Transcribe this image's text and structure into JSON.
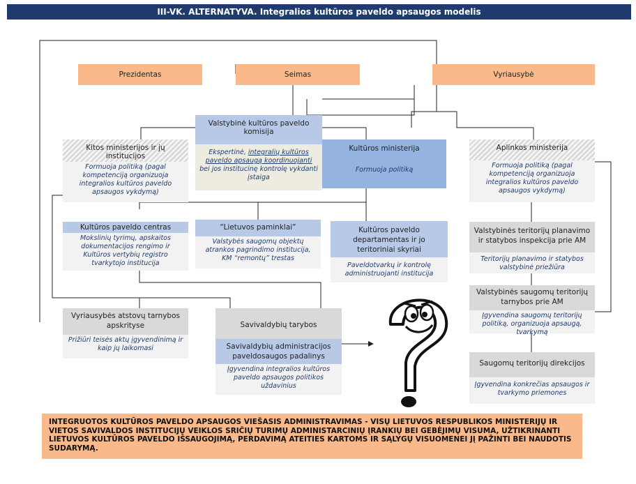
{
  "title": "III-VK. ALTERNATYVA. Integralios kultūros paveldo apsaugos modelis",
  "top": {
    "prezidentas": "Prezidentas",
    "seimas": "Seimas",
    "vyriausybe": "Vyriausybė"
  },
  "vkpk": {
    "name": "Valstybinė kultūros paveldo komisija",
    "desc_a": "Ekspertinė,",
    "desc_link": "integralių kultūros paveldo apsaugą koordinuojanti",
    "desc_b": "bei jos institucinę kontrolę vykdanti įstaiga"
  },
  "kitos": {
    "name": "Kitos ministerijos ir jų institucijos",
    "desc": "Formuoja politiką (pagal kompetenciją organizuoja integralios kultūros paveldo apsaugos vykdymą)"
  },
  "km": {
    "name": "Kultūros ministerija",
    "desc": "Formuoja politiką"
  },
  "am": {
    "name": "Aplinkos ministerija",
    "desc": "Formuoja politiką (pagal kompetenciją organizuoja integralios kultūros paveldo apsaugos vykdymą)"
  },
  "kpc": {
    "name": "Kultūros paveldo centras",
    "desc": "Mokslinių tyrimų, apskaitos dokumentacijos rengimo ir Kultūros vertybių registro tvarkytojo institucija"
  },
  "lp": {
    "name": "“Lietuvos paminklai”",
    "desc": "Valstybės saugomų objektų atrankos pagrindimo institucija, KM “remontų” trestas"
  },
  "kpd": {
    "name": "Kultūros paveldo departamentas ir jo teritoriniai skyriai",
    "desc": "Paveldotvarkų ir kontrolę administruojanti institucija"
  },
  "vtpsi": {
    "name": "Valstybinės teritorijų planavimo ir statybos inspekcija prie AM",
    "desc": "Teritorijų planavimo ir statybos valstybinė priežiūra"
  },
  "vstt": {
    "name": "Valstybinės saugomų teritorijų tarnybos prie AM",
    "desc": "Įgyvendina saugomų teritorijų politiką, organizuoja apsaugą, tvarkymą"
  },
  "std": {
    "name": "Saugomų teritorijų direkcijos",
    "desc": "Įgyvendina konkrečias apsaugos ir tvarkymo priemones"
  },
  "vat": {
    "name": "Vyriausybės atstovų tarnybos apskrityse",
    "desc": "Prižiūri teisės aktų įgyvendinimą ir kaip jų laikomasi"
  },
  "st": {
    "name": "Savivaldybių tarybos"
  },
  "sa": {
    "name": "Savivaldybių administracijos paveldosaugos padalinys",
    "desc": "Įgyvendina integralios kultūros paveldo apsaugos politikos uždavinius"
  },
  "bottom": "INTEGRUOTOS KULTŪROS PAVELDO APSAUGOS VIEŠASIS ADMINISTRAVIMAS - VISŲ LIETUVOS RESPUBLIKOS MINISTERIJŲ IR VIETOS SAVIVALDOS INSTITUCIJŲ VEIKLOS SRIČIŲ TURIMŲ ADMINISTARCINIŲ ĮRANKIŲ BEI GEBĖJIMŲ VISUMA, UŽTIKRINANTI LIETUVOS KULTŪROS PAVELDO IŠSAUGOJIMĄ, PERDAVIMĄ ATEITIES KARTOMS IR SĄLYGŲ VISUOMENEI JĮ PAŽINTI BEI NAUDOTIS SUDARYMĄ.",
  "colors": {
    "title_bg": "#1f3b6e",
    "orange": "#f9b98a",
    "blue": "#b7c9e6",
    "gray": "#d9d9d9",
    "desc_text": "#1f3b6e"
  }
}
